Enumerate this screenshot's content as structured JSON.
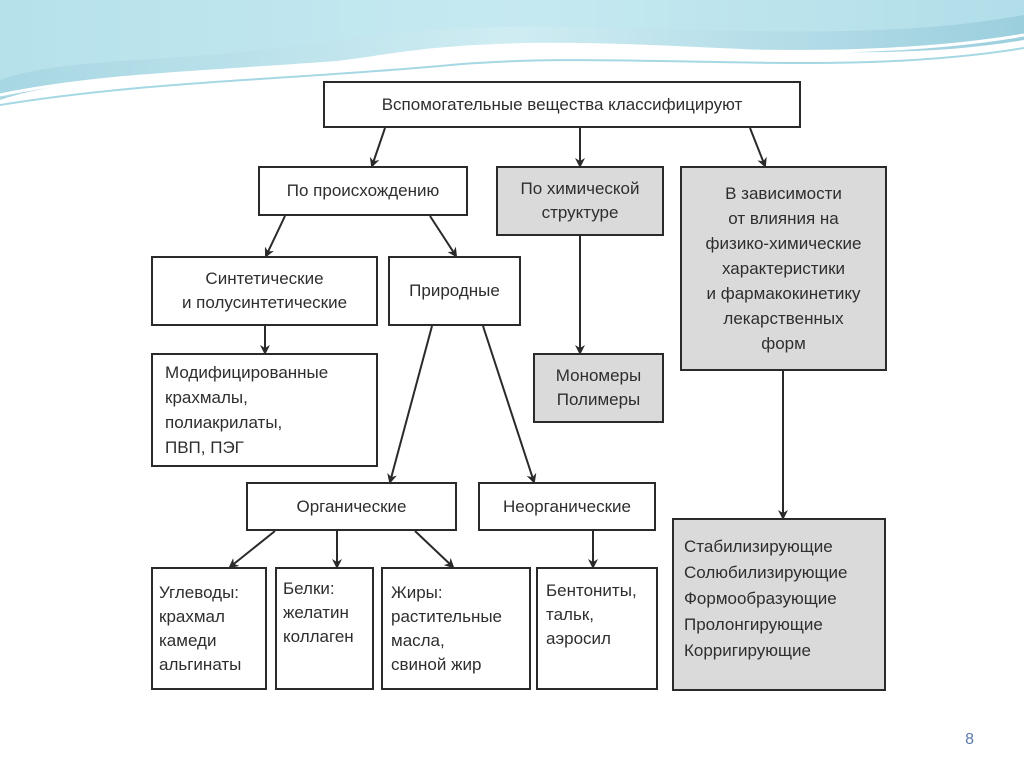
{
  "boxes": {
    "root": "Вспомогательные вещества классифицируют",
    "origin": "По происхождению",
    "chem": "По химической\nструктуре",
    "depend": "В зависимости\nот влияния на\nфизико-химические\nхарактеристики\nи фармакокинетику\nлекарственных\nформ",
    "synth": "Синтетические\nи полусинтетические",
    "natural": "Природные",
    "modified": "Модифицированные\nкрахмалы,\nполиакрилаты,\nПВП, ПЭГ",
    "monomers": "Мономеры\nПолимеры",
    "organic": "Органические",
    "inorganic": "Неорганические",
    "carbs": "Углеводы:\n  крахмал\n  камеди\n  альгинаты",
    "proteins": "Белки:\n  желатин\n  коллаген",
    "fats": "Жиры:\n  растительные\n  масла,\n  свиной жир",
    "bentonite": "Бентониты,\nтальк,\nаэросил",
    "functions": "Стабилизирующие\nСолюбилизирующие\nФормообразующие\nПролонгирующие\nКорригирующие"
  },
  "page_number": "8",
  "colors": {
    "box_gray": "#dadada",
    "border": "#2a2a2a",
    "wave": "#7fc7d8"
  }
}
